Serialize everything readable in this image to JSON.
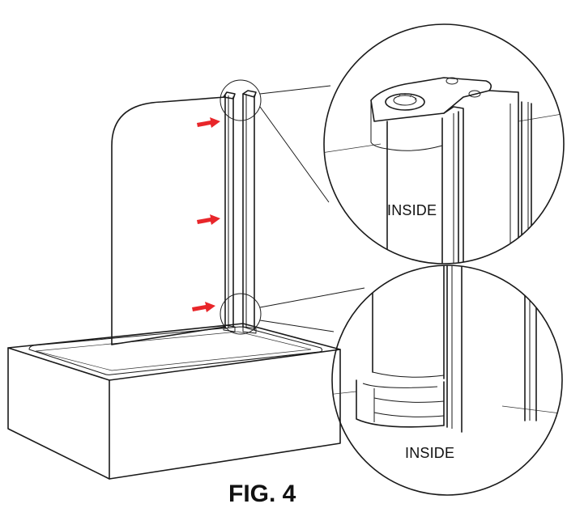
{
  "labels": {
    "inside_top": "INSIDE",
    "inside_bottom": "INSIDE",
    "caption": "FIG. 4"
  },
  "colors": {
    "line": "#1a1a1a",
    "arrow": "#e8262a",
    "background": "#ffffff"
  },
  "arrows": {
    "count": 3,
    "direction": "right"
  },
  "magnified_views": [
    "top-hinge",
    "bottom-hinge"
  ]
}
